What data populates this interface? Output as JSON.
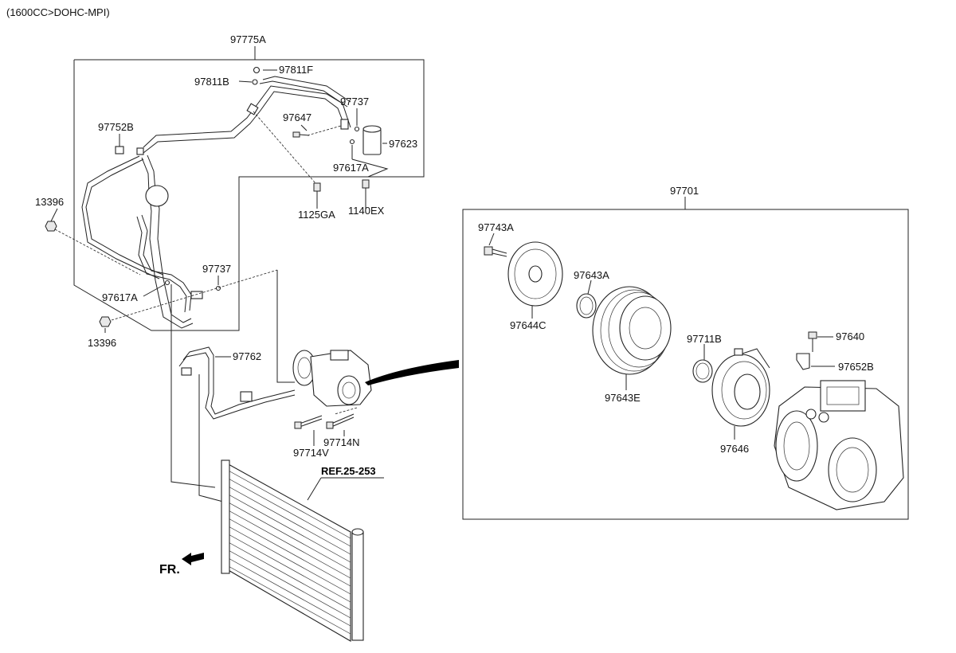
{
  "header": {
    "engine_note": "(1600CC>DOHC-MPI)"
  },
  "groups": {
    "hose_group": "97775A",
    "compressor_group": "97701"
  },
  "labels": {
    "p97811F": "97811F",
    "p97811B": "97811B",
    "p97737_top": "97737",
    "p97647": "97647",
    "p97623": "97623",
    "p97752B": "97752B",
    "p97617A_top": "97617A",
    "p13396_top": "13396",
    "p1125GA": "1125GA",
    "p1140EX": "1140EX",
    "p97737_mid": "97737",
    "p97617A_mid": "97617A",
    "p13396_bottom": "13396",
    "p97762": "97762",
    "p97714V": "97714V",
    "p97714N": "97714N",
    "p97743A": "97743A",
    "p97643A": "97643A",
    "p97644C": "97644C",
    "p97711B": "97711B",
    "p97643E": "97643E",
    "p97640": "97640",
    "p97652B": "97652B",
    "p97646": "97646"
  },
  "reference": "REF.25-253",
  "direction": "FR."
}
